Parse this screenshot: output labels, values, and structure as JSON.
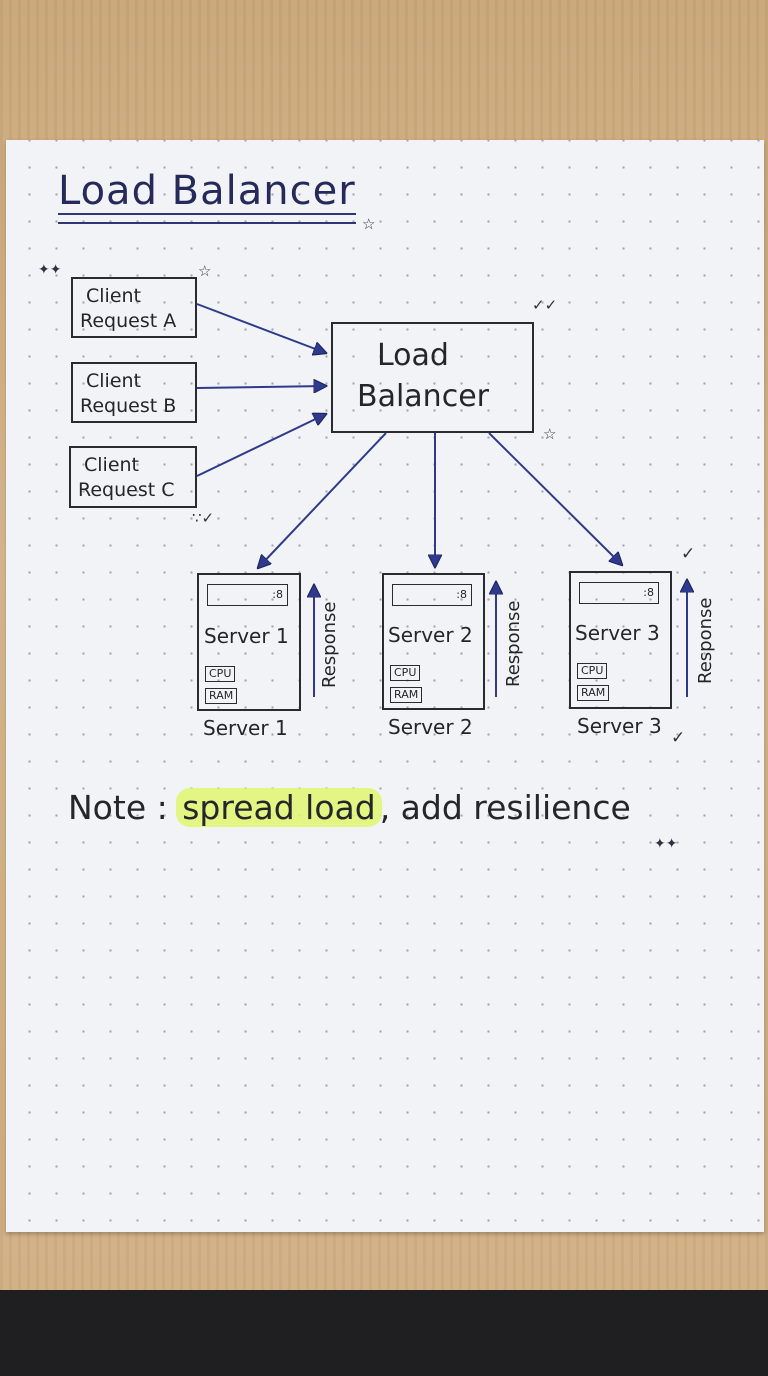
{
  "title": "Load Balancer",
  "clients": [
    {
      "line1": "Client",
      "line2": "Request A"
    },
    {
      "line1": "Client",
      "line2": "Request B"
    },
    {
      "line1": "Client",
      "line2": "Request C"
    }
  ],
  "load_balancer": {
    "line1": "Load",
    "line2": "Balancer"
  },
  "servers": [
    {
      "name": "Server 1",
      "caption": "Server 1",
      "cpu": "CPU",
      "ram": "RAM",
      "response": "Response"
    },
    {
      "name": "Server 2",
      "caption": "Server 2",
      "cpu": "CPU",
      "ram": "RAM",
      "response": "Response"
    },
    {
      "name": "Server 3",
      "caption": "Server 3",
      "cpu": "CPU",
      "ram": "RAM",
      "response": "Response"
    }
  ],
  "note": {
    "prefix": "Note : ",
    "highlight": "spread load",
    "suffix": ", add resilience"
  },
  "drive_indicator": ":8",
  "colors": {
    "ink": "#24262b",
    "arrow": "#2e3a8c",
    "highlight": "#e0f56e",
    "title": "#262a5a"
  }
}
